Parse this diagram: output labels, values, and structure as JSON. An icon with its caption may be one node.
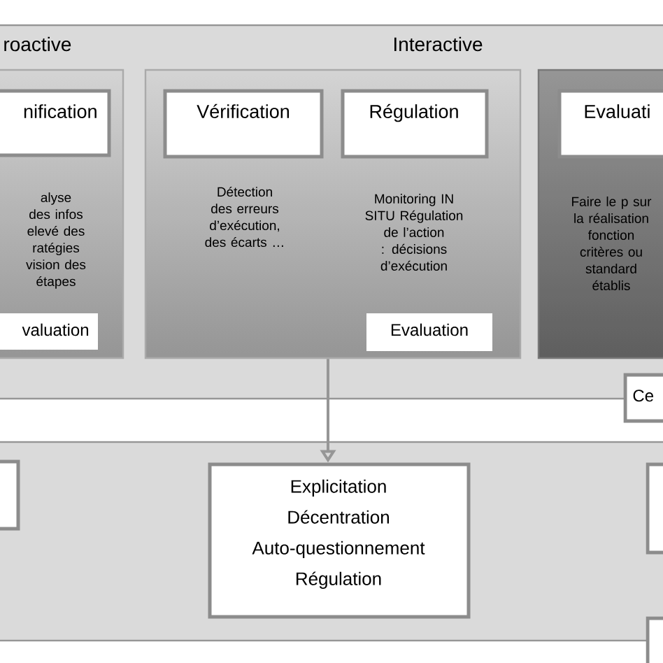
{
  "diagram": {
    "nodes": [
      {
        "text": [
          "roactive",
          "Interactive"
        ]
      },
      {
        "text": [
          "alyse des infos elevé des ratégies vision des étapes"
        ],
        "in": 0
      },
      {
        "text": [
          "nification"
        ],
        "in": 1
      },
      {
        "text": [
          "valuation"
        ],
        "in": 1
      },
      {
        "text": [
          "Détection des erreurs d’exécution, des écarts …",
          "Monitoring IN SITU Régulation de l’action : décisions d’exécution"
        ],
        "in": 0
      },
      {
        "text": [
          "Vérification"
        ],
        "in": 4
      },
      {
        "text": [
          "Régulation"
        ],
        "in": 4
      },
      {
        "text": [
          "Evaluation"
        ],
        "in": 4
      },
      {
        "text": [
          "Faire le p sur la réalisation fonction critères ou standard établis"
        ],
        "in": 0
      },
      {
        "text": [
          "Evaluati"
        ],
        "in": 8
      },
      {
        "text": [
          "Ce"
        ]
      },
      {
        "text": [],
        "shape": "box"
      },
      {
        "text": [],
        "shape": "box",
        "in": 11
      },
      {
        "text": [
          "Explicitation",
          "Décentration",
          "Auto-questionnement",
          "Régulation"
        ],
        "in": 11
      },
      {
        "text": [],
        "shape": "box",
        "in": 11
      },
      {
        "text": [],
        "shape": "box"
      }
    ],
    "edges": [
      {
        "from": 4,
        "to": 13,
        "arrow": "to"
      }
    ]
  }
}
